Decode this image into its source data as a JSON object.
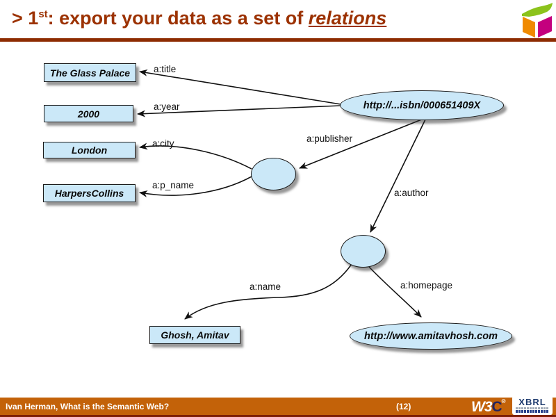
{
  "header": {
    "bullet": "> ",
    "number": "1",
    "ordinal": "st",
    "rest": ": export your data as a set of ",
    "emphasis": "relations"
  },
  "diagram": {
    "literals": [
      {
        "label": "The Glass Palace"
      },
      {
        "label": "2000"
      },
      {
        "label": "London"
      },
      {
        "label": "HarpersCollins"
      },
      {
        "label": "Ghosh, Amitav"
      }
    ],
    "uris": [
      {
        "label": "http://...isbn/000651409X"
      },
      {
        "label": "http://www.amitavhosh.com"
      }
    ],
    "edges": [
      {
        "label": "a:title",
        "from": "isbn-uri",
        "to": "The Glass Palace"
      },
      {
        "label": "a:year",
        "from": "isbn-uri",
        "to": "2000"
      },
      {
        "label": "a:city",
        "from": "publisher-blank-node",
        "to": "London"
      },
      {
        "label": "a:p_name",
        "from": "publisher-blank-node",
        "to": "HarpersCollins"
      },
      {
        "label": "a:publisher",
        "from": "isbn-uri",
        "to": "publisher-blank-node"
      },
      {
        "label": "a:author",
        "from": "isbn-uri",
        "to": "author-blank-node"
      },
      {
        "label": "a:name",
        "from": "author-blank-node",
        "to": "Ghosh, Amitav"
      },
      {
        "label": "a:homepage",
        "from": "author-blank-node",
        "to": "homepage-uri"
      }
    ]
  },
  "footer": {
    "credit": "Ivan Herman, What is the Semantic Web?",
    "page_number": "(12)",
    "w3c": {
      "w3": "W3",
      "c": "C",
      "reg": "®"
    },
    "xbrl": {
      "name": "XBRL"
    }
  },
  "colors": {
    "title_text": "#9C3202",
    "title_rule": "#8D2B01",
    "footer_bar": "#C36209",
    "footer_bottom_line": "#7E1F04",
    "node_fill": "#CBE8F8",
    "node_border": "#1B1B1B",
    "edge_line": "#111111",
    "cube_green": "#8CC31C",
    "cube_orange": "#F08A00",
    "cube_magenta": "#C4007E"
  }
}
